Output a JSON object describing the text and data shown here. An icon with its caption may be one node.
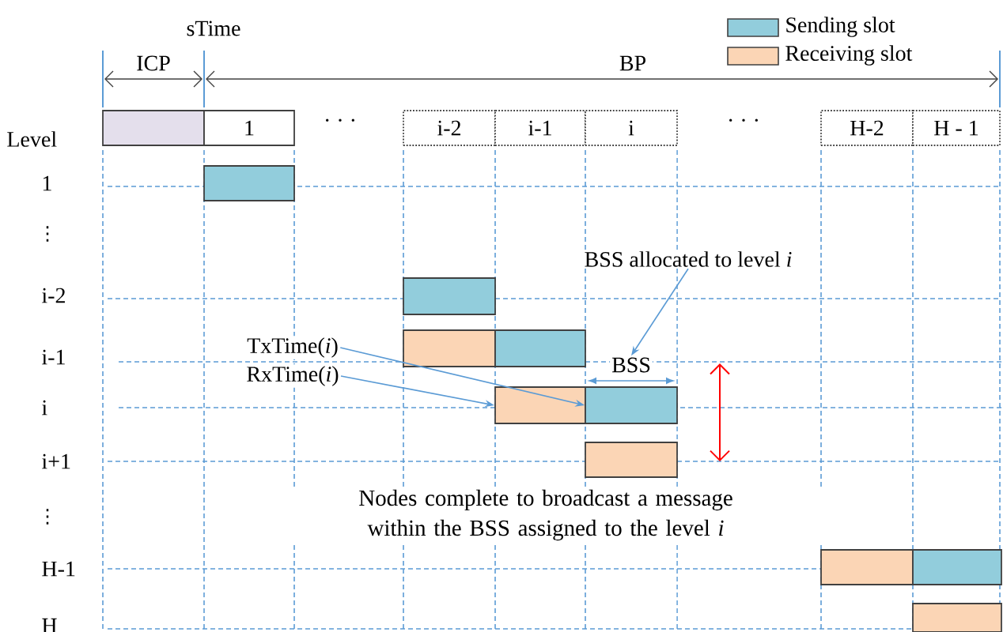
{
  "diagram": {
    "nodes": [
      {
        "text": [],
        "shape": "box"
      },
      {
        "text": [
          "1"
        ]
      },
      {
        "text": [
          "i-2"
        ]
      },
      {
        "text": [
          "i-1"
        ]
      },
      {
        "text": [
          "i"
        ]
      },
      {
        "text": [
          "H-2"
        ]
      },
      {
        "text": [
          "H - 1"
        ]
      },
      {
        "text": [],
        "shape": "box"
      },
      {
        "text": [
          "BSS allocated to level *i*"
        ]
      },
      {
        "text": [],
        "shape": "box"
      },
      {
        "text": [],
        "shape": "box"
      },
      {
        "text": [],
        "shape": "box"
      },
      {
        "text": [
          "TxTime(*i*)"
        ]
      },
      {
        "text": [
          "BSS"
        ]
      },
      {
        "text": [
          "RxTime(*i*)"
        ]
      },
      {
        "text": [],
        "shape": "box"
      },
      {
        "text": [],
        "shape": "box"
      },
      {
        "text": [],
        "shape": "box"
      },
      {
        "text": [],
        "shape": "box"
      },
      {
        "text": [],
        "shape": "box"
      },
      {
        "text": [],
        "shape": "box"
      }
    ],
    "edges": [
      {
        "from": 8,
        "to": 13,
        "arrow": "to"
      },
      {
        "from": 12,
        "to": 16,
        "arrow": "to"
      },
      {
        "from": 14,
        "to": 15,
        "arrow": "to"
      }
    ],
    "labels": [
      "sTime",
      "ICP",
      "BP",
      "· · ·",
      "· · ·",
      "Level",
      "1",
      "⋮",
      "i-2",
      "i-1",
      "i",
      "i+1",
      "⋮",
      "H-1",
      "H",
      "Nodes complete to broadcast a message within the BSS assigned to the level *i*"
    ],
    "legend": [
      {
        "text": "Sending slot",
        "color": "#92cddc"
      },
      {
        "text": "Receiving slot",
        "color": "#fbd5b5"
      }
    ]
  }
}
